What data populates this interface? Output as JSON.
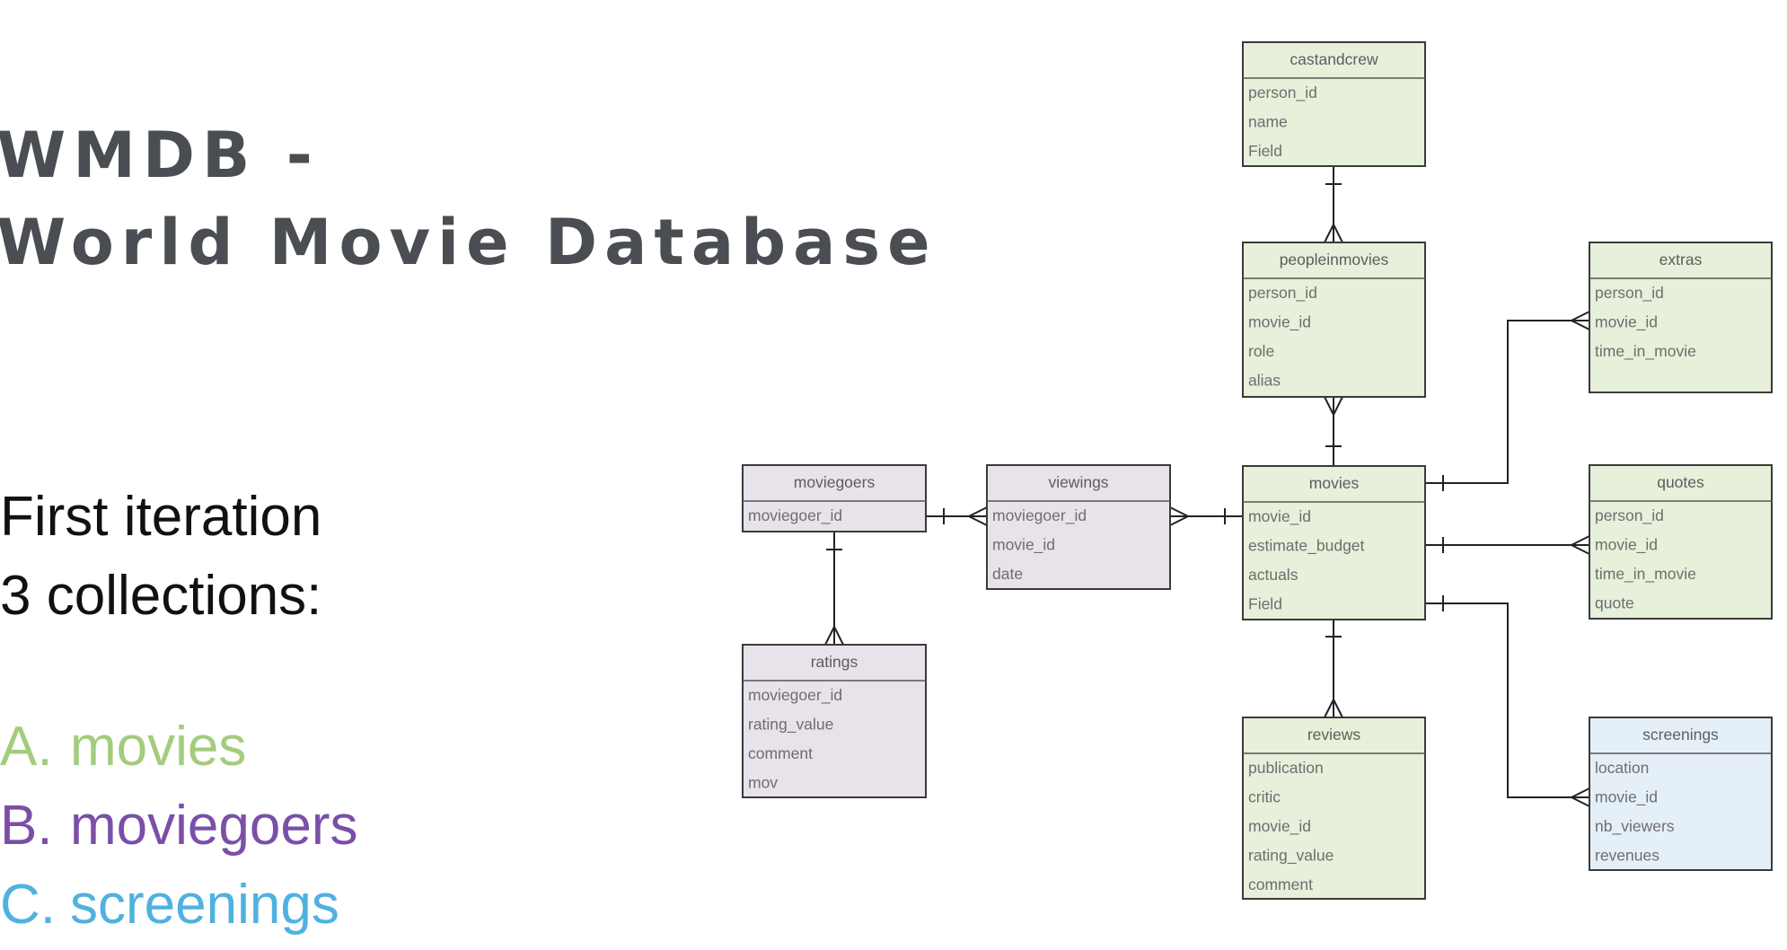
{
  "title": {
    "line1": "WMDB -",
    "line2": "World Movie Database"
  },
  "subtitle": {
    "line1": "First iteration",
    "line2": "3 collections:"
  },
  "collections": [
    {
      "letter": "A.",
      "name": "movies",
      "color": "#a3cc7c"
    },
    {
      "letter": "B.",
      "name": "moviegoers",
      "color": "#7a4fa8"
    },
    {
      "letter": "C.",
      "name": "screenings",
      "color": "#4fb1e0"
    }
  ],
  "colors": {
    "green_fill": "#e6f0da",
    "purple_fill": "#e8e2ea",
    "blue_fill": "#e5eff8"
  },
  "tables": {
    "castandcrew": {
      "title": "castandcrew",
      "fields": [
        "person_id",
        "name",
        "Field"
      ]
    },
    "peopleinmovies": {
      "title": "peopleinmovies",
      "fields": [
        "person_id",
        "movie_id",
        "role",
        "alias"
      ]
    },
    "extras": {
      "title": "extras",
      "fields": [
        "person_id",
        "movie_id",
        "time_in_movie"
      ]
    },
    "moviegoers": {
      "title": "moviegoers",
      "fields": [
        "moviegoer_id"
      ]
    },
    "viewings": {
      "title": "viewings",
      "fields": [
        "moviegoer_id",
        "movie_id",
        "date"
      ]
    },
    "movies": {
      "title": "movies",
      "fields": [
        "movie_id",
        "estimate_budget",
        "actuals",
        "Field"
      ]
    },
    "quotes": {
      "title": "quotes",
      "fields": [
        "person_id",
        "movie_id",
        "time_in_movie",
        "quote"
      ]
    },
    "ratings": {
      "title": "ratings",
      "fields": [
        "moviegoer_id",
        "rating_value",
        "comment",
        "mov"
      ]
    },
    "reviews": {
      "title": "reviews",
      "fields": [
        "publication",
        "critic",
        "movie_id",
        "rating_value",
        "comment"
      ]
    },
    "screenings": {
      "title": "screenings",
      "fields": [
        "location",
        "movie_id",
        "nb_viewers",
        "revenues"
      ]
    }
  }
}
